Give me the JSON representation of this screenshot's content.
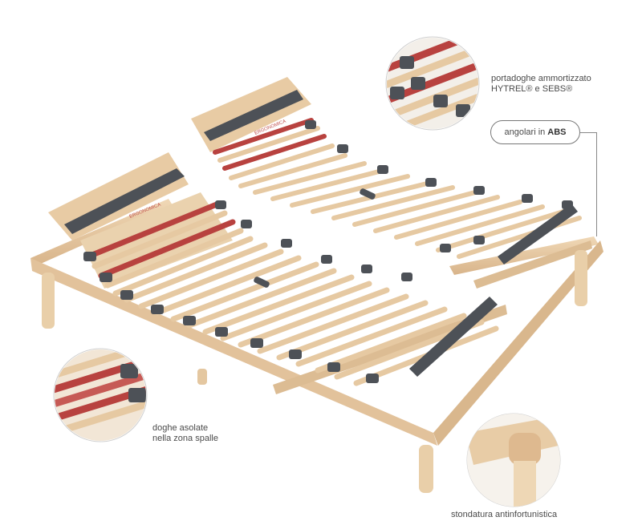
{
  "callouts": {
    "top_right": {
      "line1": "portadoghe ammortizzato",
      "line2": "HYTREL® e SEBS®"
    },
    "abs_box": {
      "prefix": "angolari in",
      "bold": "ABS"
    },
    "left": {
      "line1": "doghe asolate",
      "line2": "nella zona spalle"
    },
    "bottom_right": {
      "line1": "stondatura antinfortunistica"
    }
  },
  "brand_label": "ERGONOMICA",
  "colors": {
    "wood": "#e6c9a2",
    "wood_dark": "#c9a274",
    "slat_red": "#b8423f",
    "clip_gray": "#4d5157",
    "frame": "#dcb98d"
  }
}
